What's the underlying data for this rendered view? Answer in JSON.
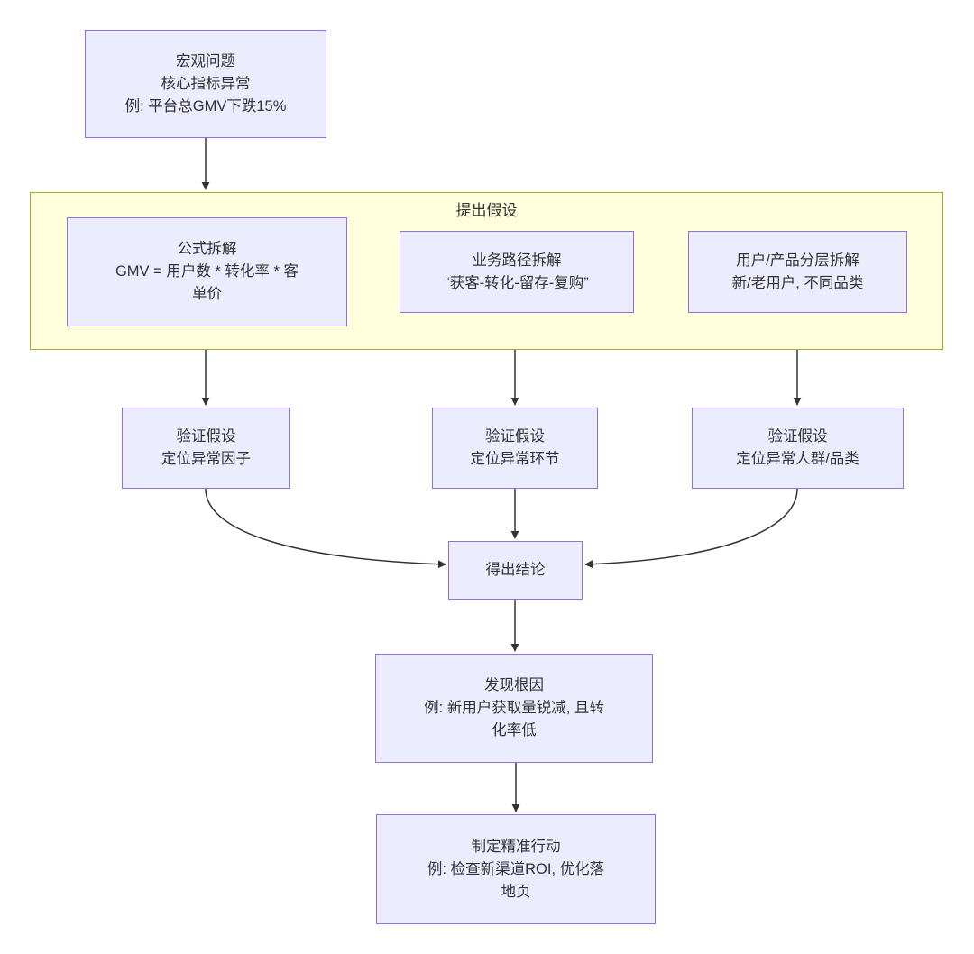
{
  "diagram": {
    "type": "flowchart",
    "direction": "top-down",
    "colors": {
      "node_fill": "#ececff",
      "node_border": "#9370db",
      "cluster_fill": "#ffffde",
      "cluster_border": "#aaaa33",
      "edge": "#333333",
      "text": "#333333",
      "background": "#ffffff"
    },
    "cluster": {
      "label": "提出假设"
    },
    "nodes": {
      "macro": {
        "label": "宏观问题\n核心指标异常\n例: 平台总GMV下跌15%"
      },
      "formula": {
        "label": "公式拆解\nGMV = 用户数 * 转化率 * 客\n单价"
      },
      "path": {
        "label": "业务路径拆解\n“获客-转化-留存-复购”"
      },
      "segment": {
        "label": "用户/产品分层拆解\n新/老用户, 不同品类"
      },
      "verify1": {
        "label": "验证假设\n定位异常因子"
      },
      "verify2": {
        "label": "验证假设\n定位异常环节"
      },
      "verify3": {
        "label": "验证假设\n定位异常人群/品类"
      },
      "conclusion": {
        "label": "得出结论"
      },
      "rootcause": {
        "label": "发现根因\n例: 新用户获取量锐减, 且转\n化率低"
      },
      "action": {
        "label": "制定精准行动\n例: 检查新渠道ROI, 优化落\n地页"
      }
    },
    "edges": [
      {
        "from": "macro",
        "to": "cluster-提出假设"
      },
      {
        "from": "formula",
        "to": "verify1"
      },
      {
        "from": "path",
        "to": "verify2"
      },
      {
        "from": "segment",
        "to": "verify3"
      },
      {
        "from": "verify1",
        "to": "conclusion"
      },
      {
        "from": "verify2",
        "to": "conclusion"
      },
      {
        "from": "verify3",
        "to": "conclusion"
      },
      {
        "from": "conclusion",
        "to": "rootcause"
      },
      {
        "from": "rootcause",
        "to": "action"
      }
    ]
  }
}
